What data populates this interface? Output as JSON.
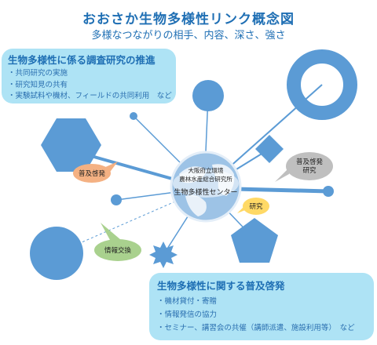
{
  "title": "おおさか生物多様性リンク概念図",
  "subtitle": "多様なつながりの相手、内容、深さ、強さ",
  "top_panel": {
    "heading": "生物多様性に係る調査研究の推進",
    "items": [
      "・共同研究の実施",
      "・研究知見の共有",
      "・実験試料や機材、フィールドの共同利用　など"
    ]
  },
  "bottom_panel": {
    "heading": "生物多様性に関する普及啓発",
    "items": [
      "・機材貸付・寄贈",
      "・情報発信の協力",
      "・セミナー、講習会の共催（講師派遣、施設利用等）　など"
    ]
  },
  "center": {
    "org_line1": "大阪府立環境",
    "org_line2": "農林水産総合研究所",
    "center_name": "生物多様性センター"
  },
  "callouts": {
    "outreach_left": "普及啓発",
    "outreach_research_l1": "普及啓発",
    "outreach_research_l2": "研究",
    "research": "研究",
    "info_exchange": "情報交換"
  },
  "colors": {
    "shape_blue": "#5b9bd5",
    "line_blue": "#5b9bd5",
    "panel_bg": "#aee3f5",
    "title_blue": "#1f6fb4",
    "bubble_orange": "#f4b183",
    "bubble_gray": "#bfbfbf",
    "bubble_yellow": "#ffd966",
    "bubble_green": "#a9d18e"
  }
}
